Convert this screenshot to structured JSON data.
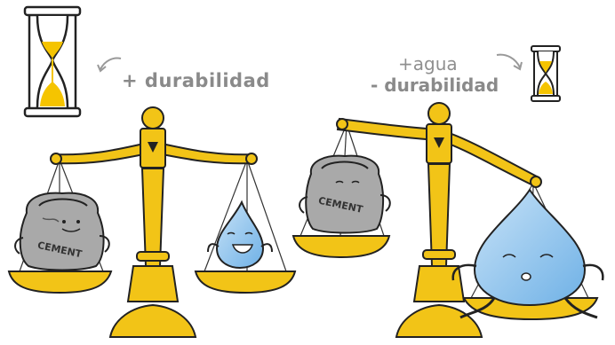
{
  "left": {
    "caption": "+ durabilidad",
    "sack_text": "CEMENT",
    "icons": [
      "hourglass-large-icon",
      "curved-arrow-icon"
    ]
  },
  "right": {
    "caption_line1": "+agua",
    "caption_line2": "- durabilidad",
    "sack_text": "CEMENT",
    "icons": [
      "hourglass-small-icon",
      "curved-arrow-icon"
    ]
  },
  "colors": {
    "gold": "#f2c417",
    "gold_dark": "#d9a60c",
    "outline": "#222222",
    "sack": "#a9a9a9",
    "water": "#8fc4ee",
    "water_light": "#c7e2f7",
    "sand": "#f5c400",
    "text": "#8a8a8a"
  }
}
